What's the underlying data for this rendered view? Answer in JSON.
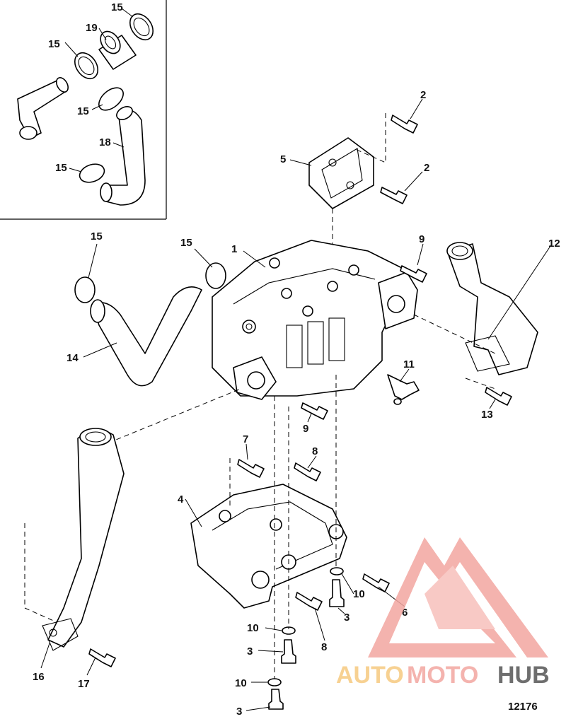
{
  "diagram": {
    "figure_number": "12176",
    "part_labels": {
      "p1": "1",
      "p2a": "2",
      "p2b": "2",
      "p3a": "3",
      "p3b": "3",
      "p3c": "3",
      "p4": "4",
      "p5": "5",
      "p6": "6",
      "p7": "7",
      "p8a": "8",
      "p8b": "8",
      "p9a": "9",
      "p9b": "9",
      "p10a": "10",
      "p10b": "10",
      "p10c": "10",
      "p11": "11",
      "p12": "12",
      "p13": "13",
      "p14": "14",
      "p15a": "15",
      "p15b": "15",
      "p15c": "15",
      "p15d": "15",
      "p15e": "15",
      "p15f": "15",
      "p16": "16",
      "p17": "17",
      "p18": "18",
      "p19": "19"
    }
  },
  "watermark": {
    "part1": "AUTO",
    "part2": "MOTO",
    "part3": "HUB",
    "color_light": "#f6c97f",
    "color_mid": "#f3a6a0",
    "color_dark": "#555555"
  }
}
